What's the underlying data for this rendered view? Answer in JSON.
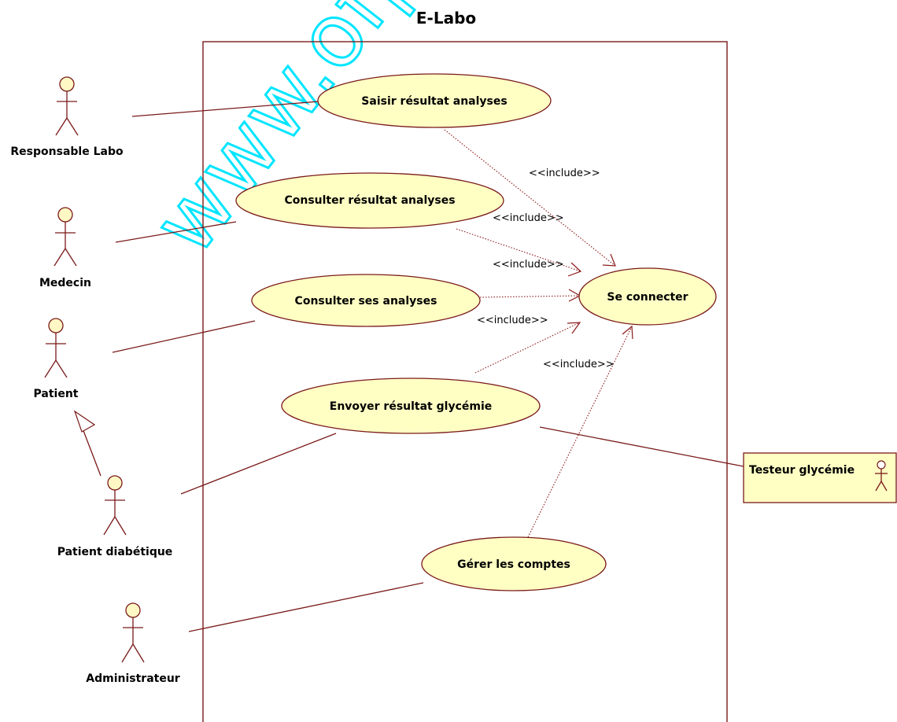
{
  "diagram": {
    "title": "E-Labo",
    "watermark": "www.ofppt",
    "actors": {
      "responsable_labo": "Responsable Labo",
      "medecin": "Medecin",
      "patient": "Patient",
      "patient_diabetique": "Patient diabétique",
      "administrateur": "Administrateur",
      "testeur_glycemie": "Testeur glycémie"
    },
    "use_cases": {
      "saisir": "Saisir résultat analyses",
      "consulter_resultat": "Consulter résultat analyses",
      "consulter_ses": "Consulter ses analyses",
      "envoyer": "Envoyer résultat glycémie",
      "gerer": "Gérer les comptes",
      "connecter": "Se connecter"
    },
    "include_label": "<<include>>"
  }
}
